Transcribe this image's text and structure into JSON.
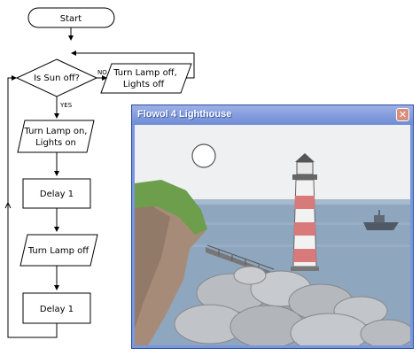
{
  "flowchart": {
    "start": "Start",
    "decision": "Is Sun off?",
    "no_label": "NO",
    "yes_label": "YES",
    "output_off_line1": "Turn Lamp off,",
    "output_off_line2": "Lights off",
    "output_on_line1": "Turn Lamp on,",
    "output_on_line2": "Lights on",
    "delay1": "Delay 1",
    "lamp_off": "Turn Lamp off",
    "delay2": "Delay 1"
  },
  "window": {
    "title": "Flowol 4 Lighthouse",
    "close": "✕"
  },
  "colors": {
    "titlebar": "#7a96df",
    "close_button": "#d98e7a",
    "sea": "#8da4bd",
    "cliff_grass": "#6c9e4c",
    "lighthouse_red": "#d87a7a"
  }
}
